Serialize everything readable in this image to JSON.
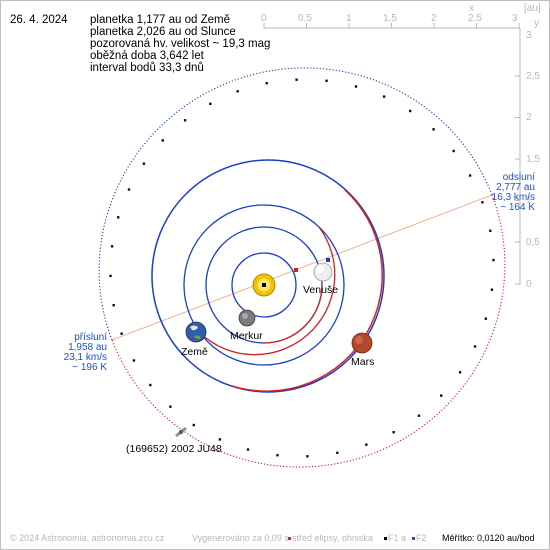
{
  "date": "26. 4. 2024",
  "info_lines": [
    "planetka 1,177 au od Země",
    "planetka 2,026 au od Slunce",
    "pozorovaná hv. velikost ~ 19,3 mag",
    "oběžná doba 3,642 let",
    "interval bodů 33,3 dnů"
  ],
  "axis": {
    "x_label": "x",
    "y_label": "y",
    "unit": "[au]",
    "x_ticks": [
      "0",
      "0,5",
      "1",
      "1,5",
      "2",
      "2,5",
      "3"
    ],
    "y_ticks": [
      "3",
      "2,5",
      "2",
      "1,5",
      "1",
      "0,5",
      "0"
    ]
  },
  "aphelion": {
    "title": "odsluní",
    "distance": "2,777 au",
    "speed": "16,3 km/s",
    "temperature": "~ 164 K"
  },
  "perihelion": {
    "title": "přísluní",
    "distance": "1,958 au",
    "speed": "23,1 km/s",
    "temperature": "~ 196 K"
  },
  "bodies": {
    "venus": "Venuše",
    "mercury": "Merkur",
    "earth": "Země",
    "mars": "Mars",
    "asteroid": "(169652) 2002 JU48"
  },
  "footer": {
    "copyright": "© 2024 Astronomia, astronomia.zcu.cz",
    "generated": "Vygenerováno za 0,09 s",
    "legend_center": "střed elipsy, ohniska",
    "legend_f1": "F1 a",
    "legend_f2": "F2",
    "scale": "Měřítko: 0,0120 au/bod"
  },
  "colors": {
    "perihelion_half": "#d62020",
    "aphelion_half": "#1a3fc4",
    "axis_grey": "#b8b8b8",
    "apsis_line": "#f0a080",
    "sun": "#f2c400"
  }
}
